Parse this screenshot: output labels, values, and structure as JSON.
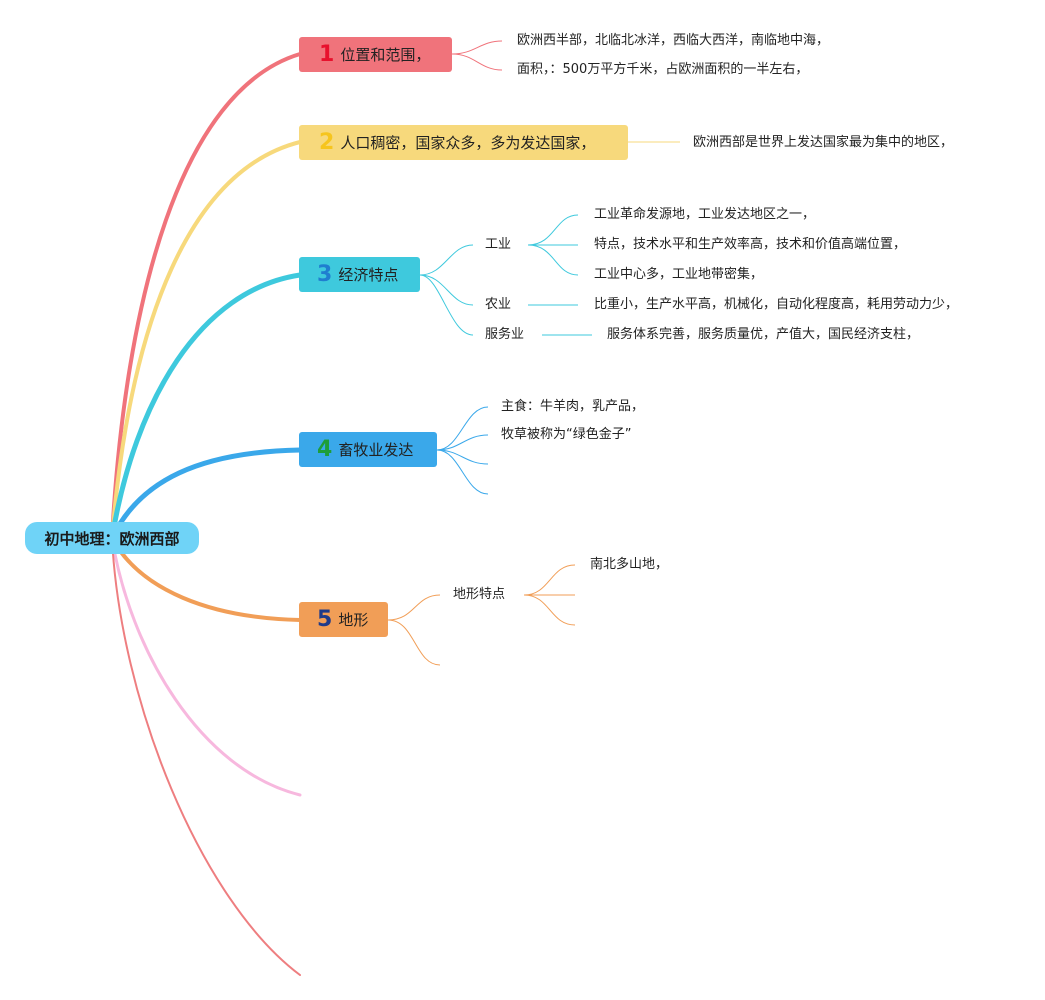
{
  "root": {
    "label": "初中地理：欧洲西部"
  },
  "colors": {
    "branch1": "#f0737b",
    "branch2": "#f7d97c",
    "branch3": "#3ec9dd",
    "branch4": "#3aa8ea",
    "branch5": "#f19e57",
    "branch6": "#f7b8de",
    "branch7": "#ee7e80"
  },
  "branches": [
    {
      "number": "1",
      "label": "位置和范围，",
      "details": [
        "欧洲西半部，北临北冰洋，西临大西洋，南临地中海，",
        "面积，：500万平方千米，占欧洲面积的一半左右，"
      ]
    },
    {
      "number": "2",
      "label": "人口稠密，国家众多，多为发达国家，",
      "details": [
        "欧洲西部是世界上发达国家最为集中的地区，"
      ]
    },
    {
      "number": "3",
      "label": "经济特点",
      "sub": [
        {
          "label": "工业",
          "details": [
            "工业革命发源地，工业发达地区之一，",
            "特点，技术水平和生产效率高，技术和价值高端位置，",
            "工业中心多，工业地带密集，"
          ]
        },
        {
          "label": "农业",
          "details": [
            "比重小，生产水平高，机械化，自动化程度高，耗用劳动力少，"
          ]
        },
        {
          "label": "服务业",
          "details": [
            "服务体系完善，服务质量优，产值大，国民经济支柱，"
          ]
        }
      ]
    },
    {
      "number": "4",
      "label": "畜牧业发达",
      "details": [
        "主食：牛羊肉，乳产品，",
        "牧草被称为“绿色金子”"
      ]
    },
    {
      "number": "5",
      "label": "地形",
      "sub": [
        {
          "label": "地形特点",
          "details": [
            "南北多山地，"
          ]
        }
      ]
    }
  ]
}
